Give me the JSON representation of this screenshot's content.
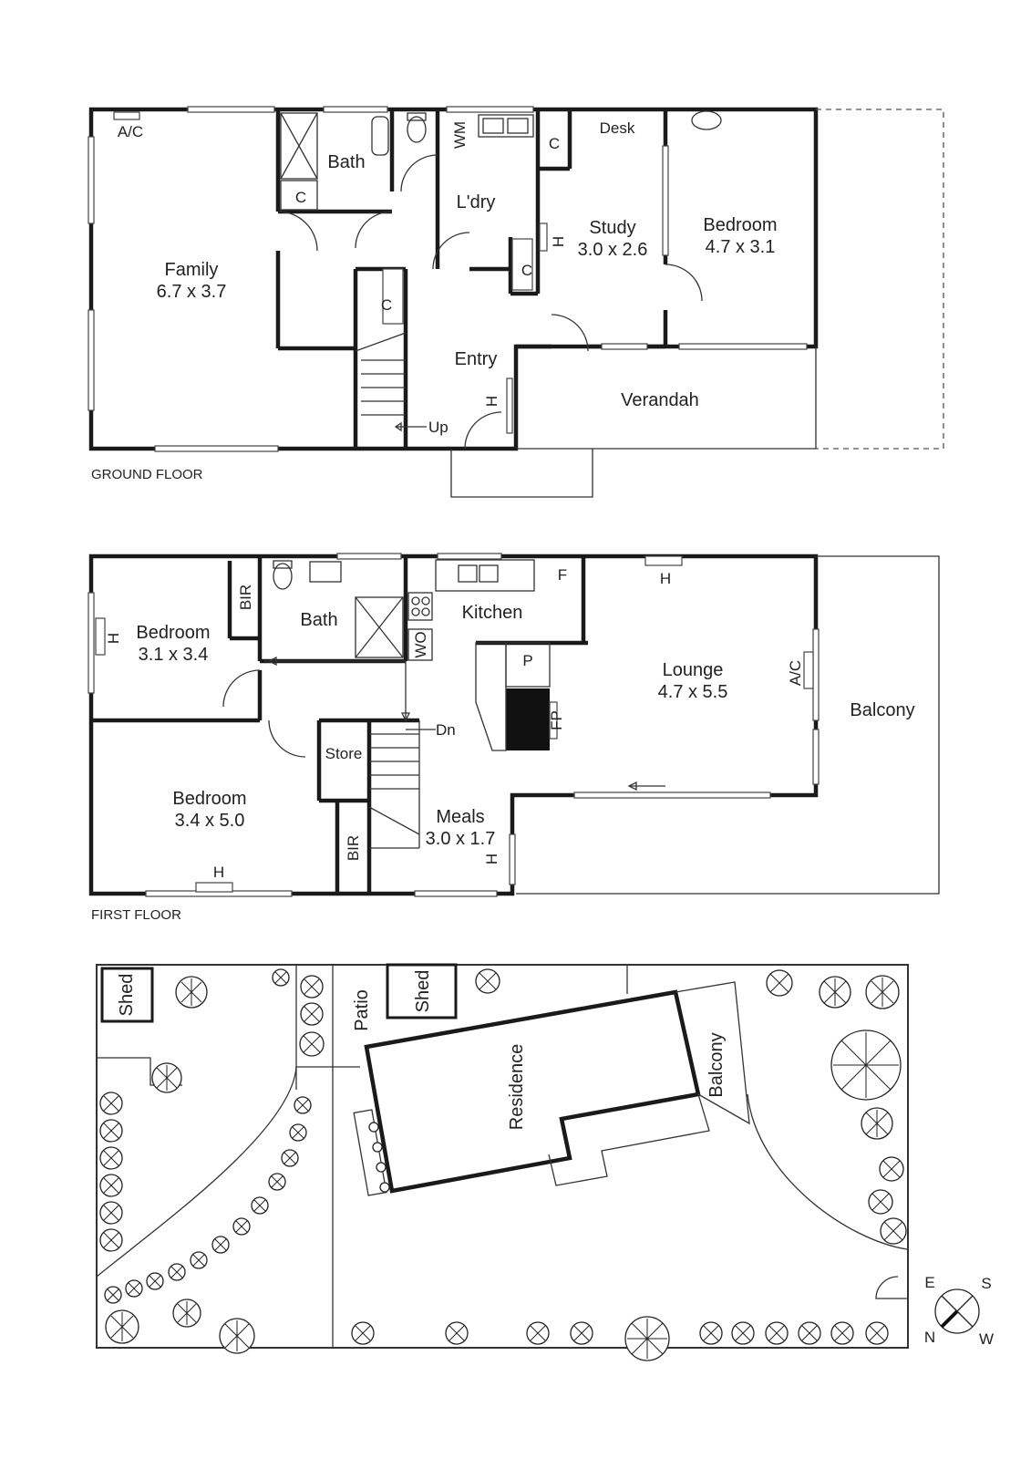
{
  "ground_floor": {
    "caption": "GROUND FLOOR",
    "rooms": {
      "family": {
        "name": "Family",
        "size": "6.7 x 3.7"
      },
      "bath": {
        "name": "Bath"
      },
      "laundry": {
        "name": "L'dry"
      },
      "study": {
        "name": "Study",
        "size": "3.0 x 2.6"
      },
      "bedroom": {
        "name": "Bedroom",
        "size": "4.7 x 3.1"
      },
      "entry": {
        "name": "Entry"
      },
      "verandah": {
        "name": "Verandah"
      }
    },
    "labels": {
      "ac": "A/C",
      "wm": "WM",
      "desk": "Desk",
      "cupboard": "C",
      "heater": "H",
      "up": "Up"
    }
  },
  "first_floor": {
    "caption": "FIRST FLOOR",
    "rooms": {
      "bedroom1": {
        "name": "Bedroom",
        "size": "3.1 x 3.4"
      },
      "bath": {
        "name": "Bath"
      },
      "kitchen": {
        "name": "Kitchen"
      },
      "lounge": {
        "name": "Lounge",
        "size": "4.7 x 5.5"
      },
      "balcony": {
        "name": "Balcony"
      },
      "bedroom2": {
        "name": "Bedroom",
        "size": "3.4 x 5.0"
      },
      "store": {
        "name": "Store"
      },
      "meals": {
        "name": "Meals",
        "size": "3.0 x 1.7"
      }
    },
    "labels": {
      "bir": "BIR",
      "wo": "WO",
      "fridge": "F",
      "pantry": "P",
      "fireplace": "FP",
      "ac": "A/C",
      "heater": "H",
      "down": "Dn"
    }
  },
  "site_plan": {
    "labels": {
      "shed": "Shed",
      "patio": "Patio",
      "residence": "Residence",
      "balcony": "Balcony"
    },
    "compass": {
      "e": "E",
      "s": "S",
      "n": "N",
      "w": "W"
    }
  }
}
